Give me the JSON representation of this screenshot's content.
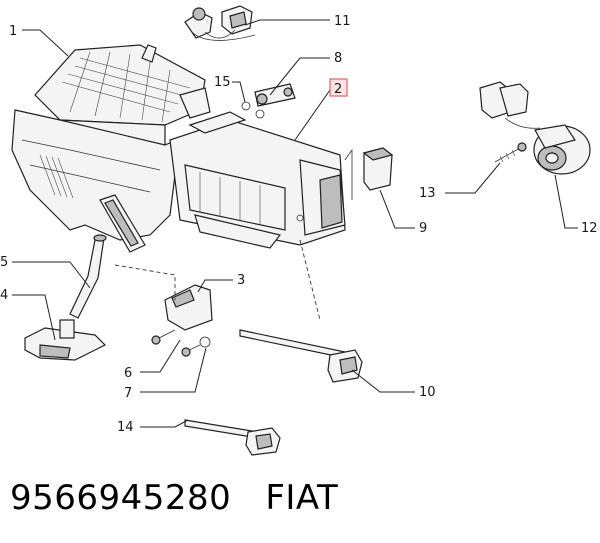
{
  "callouts": {
    "c1": "1",
    "c2": "2",
    "c3": "3",
    "c4": "4",
    "c5": "5",
    "c6": "6",
    "c7": "7",
    "c8": "8",
    "c9": "9",
    "c10": "10",
    "c11": "11",
    "c12": "12",
    "c13": "13",
    "c14": "14",
    "c15": "15"
  },
  "highlight": {
    "callout": "2",
    "color": "#e06666"
  },
  "footer": {
    "part_number": "9566945280",
    "brand": "FIAT"
  }
}
